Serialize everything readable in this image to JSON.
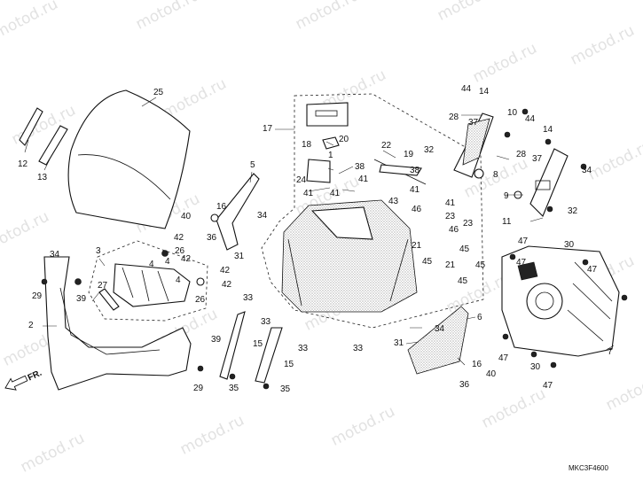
{
  "watermark": "motod.ru",
  "diagram_code": "MKC3F4600",
  "front_arrow": "FR.",
  "callouts": [
    {
      "id": "c1",
      "text": "1"
    },
    {
      "id": "c2",
      "text": "2"
    },
    {
      "id": "c3",
      "text": "3"
    },
    {
      "id": "c4a",
      "text": "4"
    },
    {
      "id": "c4b",
      "text": "4"
    },
    {
      "id": "c4c",
      "text": "4"
    },
    {
      "id": "c5",
      "text": "5"
    },
    {
      "id": "c6",
      "text": "6"
    },
    {
      "id": "c7",
      "text": "7"
    },
    {
      "id": "c8",
      "text": "8"
    },
    {
      "id": "c9",
      "text": "9"
    },
    {
      "id": "c10",
      "text": "10"
    },
    {
      "id": "c11",
      "text": "11"
    },
    {
      "id": "c12",
      "text": "12"
    },
    {
      "id": "c13",
      "text": "13"
    },
    {
      "id": "c14a",
      "text": "14"
    },
    {
      "id": "c14b",
      "text": "14"
    },
    {
      "id": "c15a",
      "text": "15"
    },
    {
      "id": "c15b",
      "text": "15"
    },
    {
      "id": "c16a",
      "text": "16"
    },
    {
      "id": "c16b",
      "text": "16"
    },
    {
      "id": "c17",
      "text": "17"
    },
    {
      "id": "c18",
      "text": "18"
    },
    {
      "id": "c19",
      "text": "19"
    },
    {
      "id": "c20",
      "text": "20"
    },
    {
      "id": "c21a",
      "text": "21"
    },
    {
      "id": "c21b",
      "text": "21"
    },
    {
      "id": "c22",
      "text": "22"
    },
    {
      "id": "c23a",
      "text": "23"
    },
    {
      "id": "c23b",
      "text": "23"
    },
    {
      "id": "c24",
      "text": "24"
    },
    {
      "id": "c25",
      "text": "25"
    },
    {
      "id": "c26a",
      "text": "26"
    },
    {
      "id": "c26b",
      "text": "26"
    },
    {
      "id": "c27",
      "text": "27"
    },
    {
      "id": "c28a",
      "text": "28"
    },
    {
      "id": "c28b",
      "text": "28"
    },
    {
      "id": "c29a",
      "text": "29"
    },
    {
      "id": "c29b",
      "text": "29"
    },
    {
      "id": "c30a",
      "text": "30"
    },
    {
      "id": "c30b",
      "text": "30"
    },
    {
      "id": "c31a",
      "text": "31"
    },
    {
      "id": "c31b",
      "text": "31"
    },
    {
      "id": "c32a",
      "text": "32"
    },
    {
      "id": "c32b",
      "text": "32"
    },
    {
      "id": "c33a",
      "text": "33"
    },
    {
      "id": "c33b",
      "text": "33"
    },
    {
      "id": "c33c",
      "text": "33"
    },
    {
      "id": "c33d",
      "text": "33"
    },
    {
      "id": "c34a",
      "text": "34"
    },
    {
      "id": "c34b",
      "text": "34"
    },
    {
      "id": "c34c",
      "text": "34"
    },
    {
      "id": "c34d",
      "text": "34"
    },
    {
      "id": "c35a",
      "text": "35"
    },
    {
      "id": "c35b",
      "text": "35"
    },
    {
      "id": "c36a",
      "text": "36"
    },
    {
      "id": "c36b",
      "text": "36"
    },
    {
      "id": "c37a",
      "text": "37"
    },
    {
      "id": "c37b",
      "text": "37"
    },
    {
      "id": "c38a",
      "text": "38"
    },
    {
      "id": "c38b",
      "text": "38"
    },
    {
      "id": "c39a",
      "text": "39"
    },
    {
      "id": "c39b",
      "text": "39"
    },
    {
      "id": "c40a",
      "text": "40"
    },
    {
      "id": "c40b",
      "text": "40"
    },
    {
      "id": "c41a",
      "text": "41"
    },
    {
      "id": "c41b",
      "text": "41"
    },
    {
      "id": "c41c",
      "text": "41"
    },
    {
      "id": "c41d",
      "text": "41"
    },
    {
      "id": "c41e",
      "text": "41"
    },
    {
      "id": "c42a",
      "text": "42"
    },
    {
      "id": "c42b",
      "text": "42"
    },
    {
      "id": "c42c",
      "text": "42"
    },
    {
      "id": "c42d",
      "text": "42"
    },
    {
      "id": "c43",
      "text": "43"
    },
    {
      "id": "c44a",
      "text": "44"
    },
    {
      "id": "c44b",
      "text": "44"
    },
    {
      "id": "c45a",
      "text": "45"
    },
    {
      "id": "c45b",
      "text": "45"
    },
    {
      "id": "c45c",
      "text": "45"
    },
    {
      "id": "c45d",
      "text": "45"
    },
    {
      "id": "c46a",
      "text": "46"
    },
    {
      "id": "c46b",
      "text": "46"
    },
    {
      "id": "c47a",
      "text": "47"
    },
    {
      "id": "c47b",
      "text": "47"
    },
    {
      "id": "c47c",
      "text": "47"
    },
    {
      "id": "c47d",
      "text": "47"
    },
    {
      "id": "c47e",
      "text": "47"
    }
  ]
}
